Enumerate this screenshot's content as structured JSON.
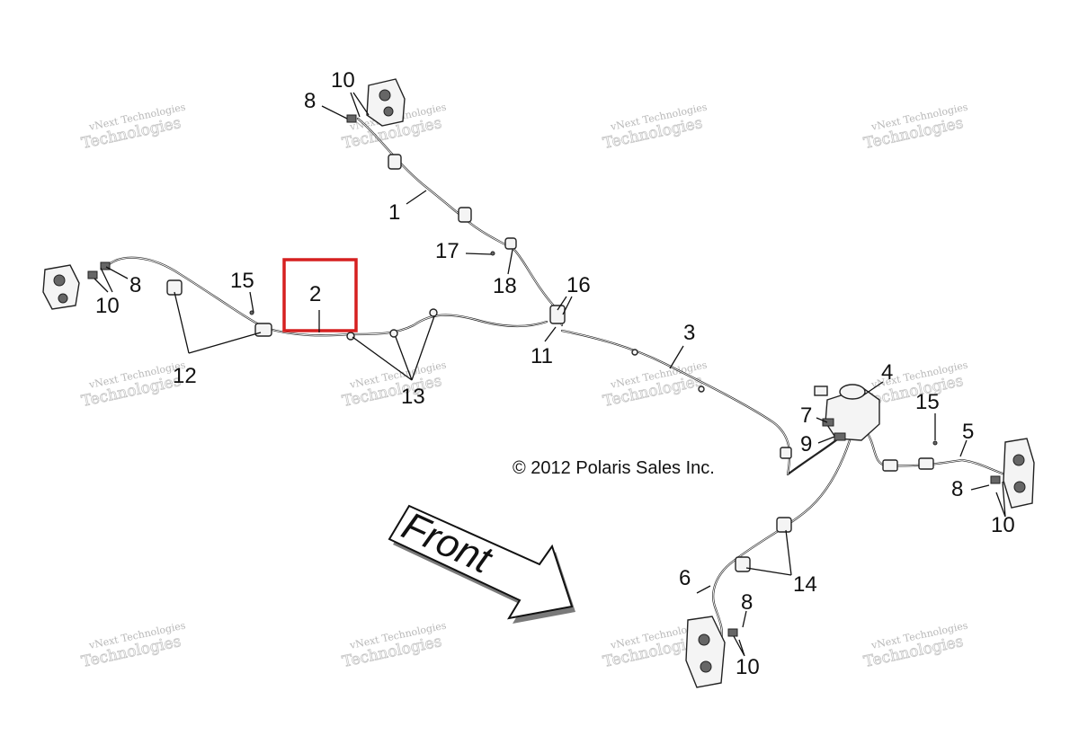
{
  "diagram": {
    "copyright": "© 2012 Polaris Sales Inc.",
    "front_label": "Front",
    "highlight_color": "#d62020",
    "watermark": {
      "line1": "vNext Technologies",
      "line2": "Technologies"
    },
    "callouts": [
      "10",
      "8",
      "1",
      "17",
      "18",
      "16",
      "15",
      "2",
      "8",
      "10",
      "3",
      "11",
      "12",
      "13",
      "4",
      "7",
      "15",
      "9",
      "5",
      "8",
      "10",
      "6",
      "14",
      "8",
      "10"
    ]
  }
}
